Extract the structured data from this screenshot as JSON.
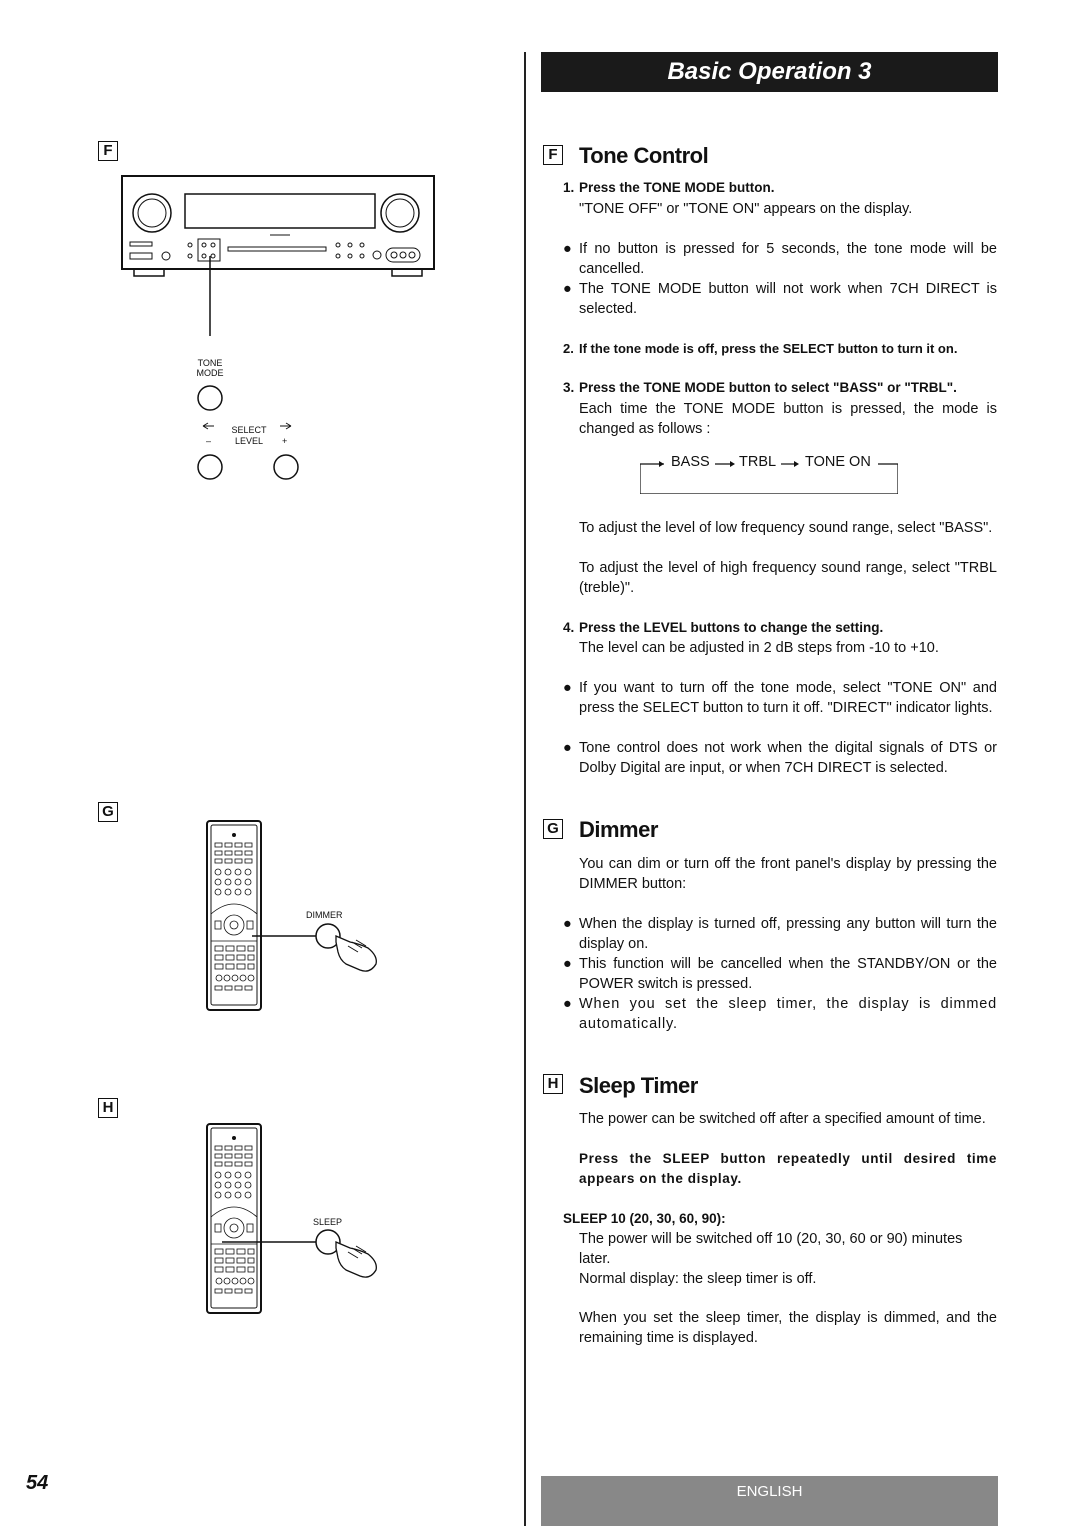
{
  "header": {
    "title": "Basic Operation 3"
  },
  "figure_labels": {
    "f": "F",
    "g": "G",
    "h": "H"
  },
  "panel_labels": {
    "tone": "TONE",
    "mode": "MODE",
    "select": "SELECT",
    "level": "LEVEL",
    "minus": "–",
    "plus": "+",
    "dimmer": "DIMMER",
    "sleep": "SLEEP"
  },
  "tone_control": {
    "letter": "F",
    "heading": "Tone Control",
    "step1_num": "1.",
    "step1": "Press the TONE MODE button.",
    "step1_text": "\"TONE OFF\" or \"TONE ON\" appears on the display.",
    "bullet1": "If no button is pressed for 5 seconds, the tone mode will be cancelled.",
    "bullet2": "The TONE MODE button will not work when 7CH DIRECT is selected.",
    "step2_num": "2.",
    "step2": "If the tone mode is off, press the SELECT button to turn it on.",
    "step3_num": "3.",
    "step3": "Press the TONE MODE button to select \"BASS\" or \"TRBL\".",
    "step3_text": "Each time the TONE MODE button is pressed, the mode is changed as follows :",
    "flow": [
      "BASS",
      "TRBL",
      "TONE ON"
    ],
    "para1": "To adjust the level of low frequency sound range, select \"BASS\".",
    "para2": "To adjust the level of high frequency sound range, select \"TRBL (treble)\".",
    "step4_num": "4.",
    "step4": "Press the LEVEL buttons to change the setting.",
    "step4_text": "The level can be adjusted in 2 dB steps from -10 to +10.",
    "bullet3": "If you want to turn off the tone mode, select \"TONE ON\" and press the SELECT button to turn it off. \"DIRECT\" indicator lights.",
    "bullet4": "Tone control does not work when the digital signals of DTS or Dolby Digital are input, or when 7CH DIRECT is selected."
  },
  "dimmer": {
    "letter": "G",
    "heading": "Dimmer",
    "text": "You can dim or turn off the front panel's display by pressing the DIMMER button:",
    "bullet1": "When the display is turned off, pressing any button will turn the display on.",
    "bullet2": "This function will be cancelled when the STANDBY/ON or the POWER switch is pressed.",
    "bullet3": "When you set the sleep timer, the display is dimmed automatically."
  },
  "sleep_timer": {
    "letter": "H",
    "heading": "Sleep Timer",
    "text": "The power can be switched off after a specified amount of time.",
    "instruction": "Press the SLEEP button repeatedly until desired time appears on the display.",
    "sub_heading": "SLEEP 10 (20, 30, 60, 90):",
    "sub_text": "The power will be switched off 10 (20, 30, 60 or 90) minutes later.",
    "normal": "Normal display: the sleep timer is off.",
    "para": "When you set the sleep timer, the display is dimmed, and the remaining time is displayed."
  },
  "bullet_symbol": "●",
  "footer": {
    "page_number": "54",
    "language": "ENGLISH"
  }
}
